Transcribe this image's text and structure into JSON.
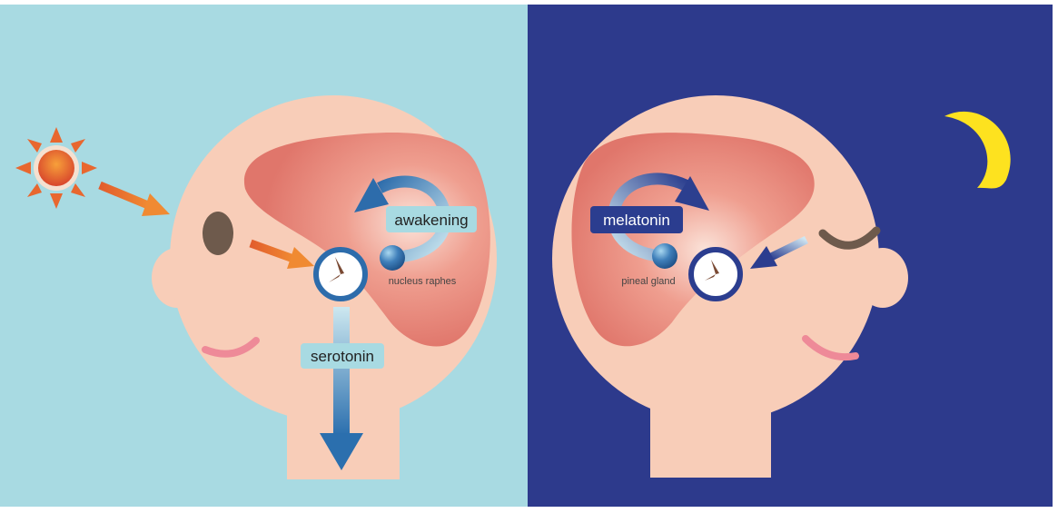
{
  "day_panel": {
    "labels": {
      "awakening": "awakening",
      "nucleus": "nucleus raphes",
      "serotonin": "serotonin"
    },
    "icons": [
      "sun-icon",
      "clock-icon",
      "open-eye-icon",
      "smile-icon"
    ]
  },
  "night_panel": {
    "labels": {
      "melatonin": "melatonin",
      "pineal": "pineal gland"
    },
    "icons": [
      "crescent-moon-icon",
      "clock-icon",
      "closed-eye-icon",
      "smile-icon"
    ]
  },
  "colors": {
    "day_background": "#a8dae2",
    "night_background": "#2d3a8c",
    "skin": "#f8cdb8",
    "brain": "#e27f73",
    "light_arrow": "#e8672f",
    "hormone_blue": "#2f74b5",
    "night_arrow": "#2b3d8f",
    "moon": "#fde21f",
    "lips": "#ee8a98",
    "eye": "#6e5a4c"
  }
}
